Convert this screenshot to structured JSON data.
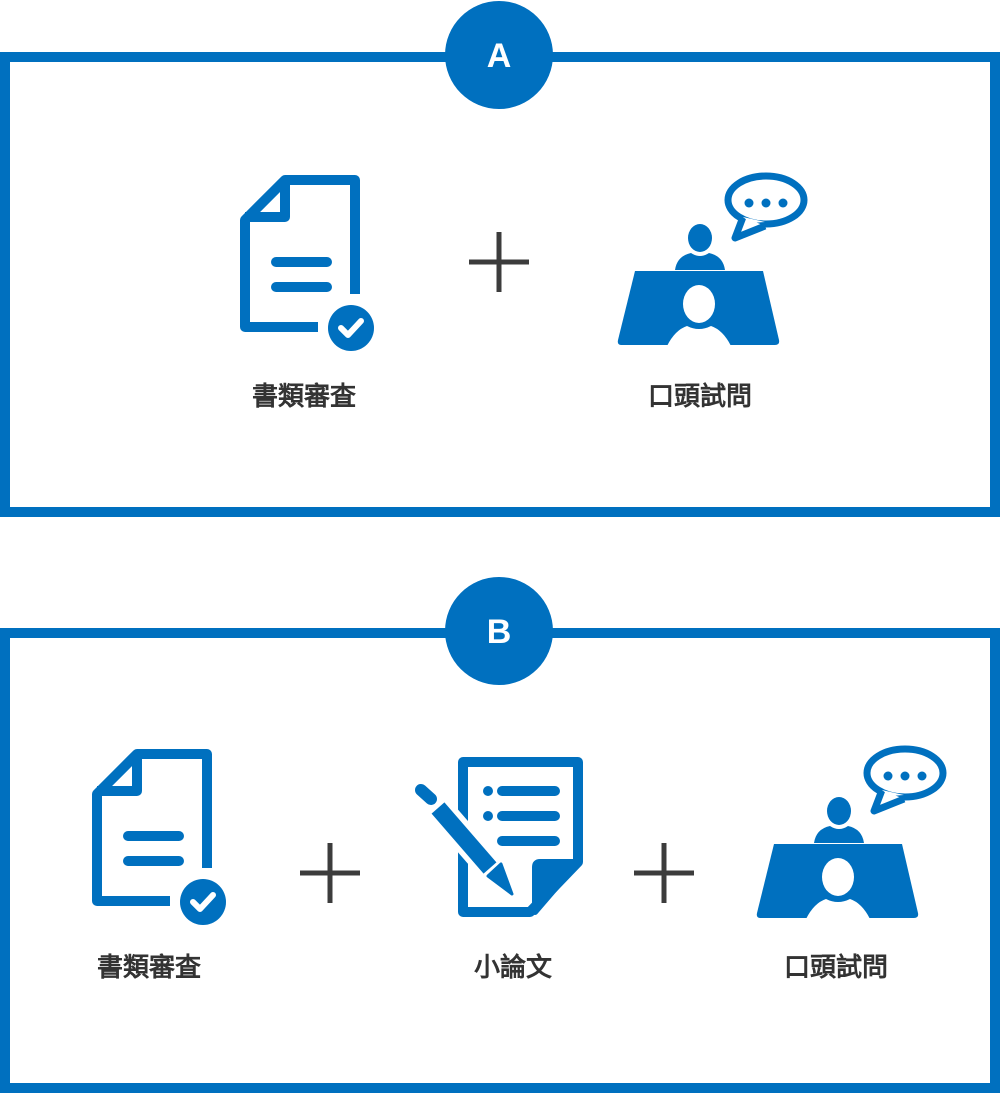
{
  "colors": {
    "accent": "#0070bf",
    "text": "#333333",
    "plus": "#3c3c3c"
  },
  "panels": [
    {
      "badge": "A",
      "items": [
        {
          "icon": "document-check-icon",
          "label": "書類審査"
        },
        {
          "icon": "interview-icon",
          "label": "口頭試問"
        }
      ]
    },
    {
      "badge": "B",
      "items": [
        {
          "icon": "document-check-icon",
          "label": "書類審査"
        },
        {
          "icon": "essay-pencil-icon",
          "label": "小論文"
        },
        {
          "icon": "interview-icon",
          "label": "口頭試問"
        }
      ]
    }
  ]
}
